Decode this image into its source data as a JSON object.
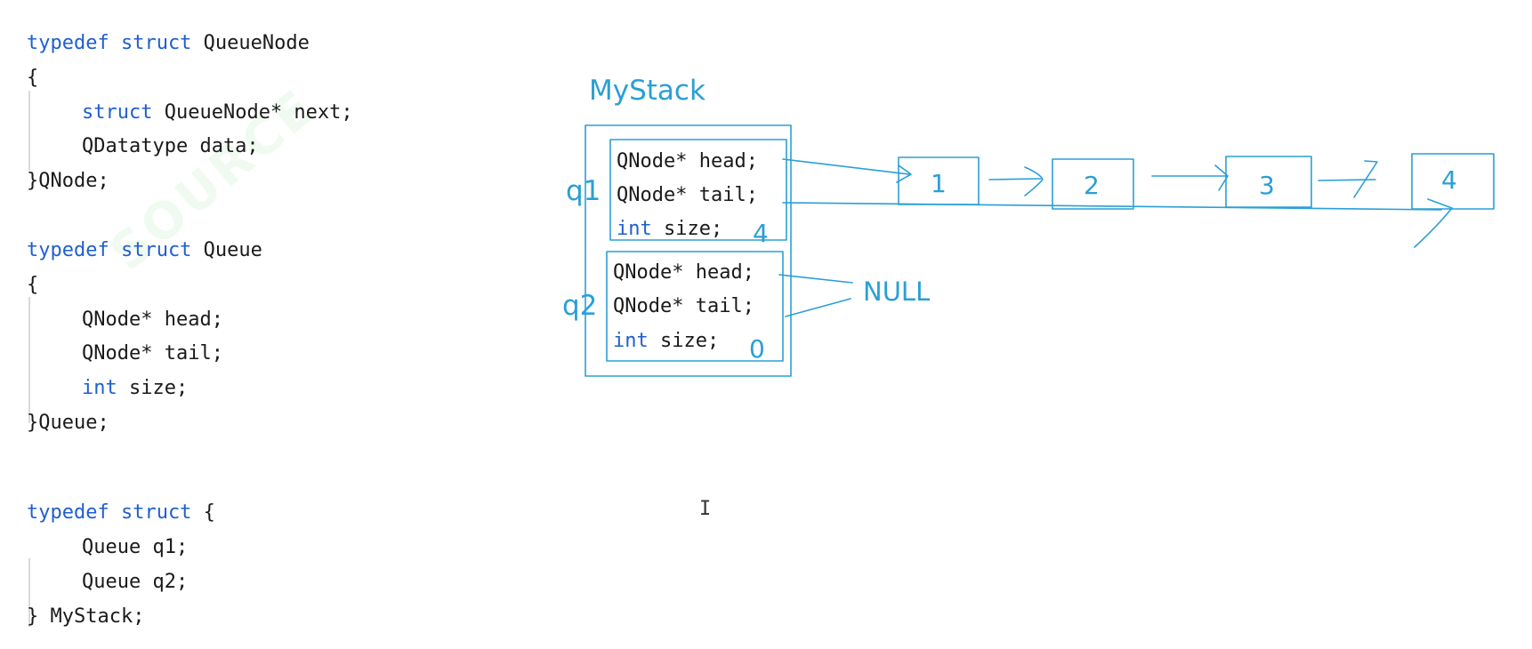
{
  "code": {
    "lines": [
      {
        "kw": "typedef struct",
        "rest": " QueueNode",
        "indent": 0
      },
      {
        "kw": "",
        "rest": "{",
        "indent": 0
      },
      {
        "kw": "struct",
        "rest": " QueueNode* next;",
        "indent": 1
      },
      {
        "kw": "",
        "rest": "QDatatype data;",
        "indent": 1
      },
      {
        "kw": "",
        "rest": "}QNode;",
        "indent": 0
      },
      {
        "kw": "typedef struct",
        "rest": " Queue",
        "indent": 0
      },
      {
        "kw": "",
        "rest": "{",
        "indent": 0
      },
      {
        "kw": "",
        "rest": "QNode* head;",
        "indent": 1
      },
      {
        "kw": "",
        "rest": "QNode* tail;",
        "indent": 1
      },
      {
        "kw": "int",
        "rest": " size;",
        "indent": 1
      },
      {
        "kw": "",
        "rest": "}Queue;",
        "indent": 0
      },
      {
        "kw": "typedef struct",
        "rest": " {",
        "indent": 0
      },
      {
        "kw": "",
        "rest": "Queue q1;",
        "indent": 1
      },
      {
        "kw": "",
        "rest": "Queue q2;",
        "indent": 1
      },
      {
        "kw": "",
        "rest": "} MyStack;",
        "indent": 0
      }
    ]
  },
  "watermark": "SOURCE",
  "diagram": {
    "title": "MyStack",
    "q1": {
      "label": "q1",
      "fields": [
        "QNode* head;",
        "QNode* tail;"
      ],
      "size_kw": "int",
      "size_rest": " size;",
      "size_value": "4"
    },
    "q2": {
      "label": "q2",
      "fields": [
        "QNode* head;",
        "QNode* tail;"
      ],
      "size_kw": "int",
      "size_rest": " size;",
      "size_value": "0"
    },
    "null_label": "NULL",
    "nodes": [
      "1",
      "2",
      "3",
      "4"
    ]
  },
  "colors": {
    "ink": "#2a9fd6",
    "keyword": "#1f5fd0",
    "text": "#1a1a1a"
  }
}
